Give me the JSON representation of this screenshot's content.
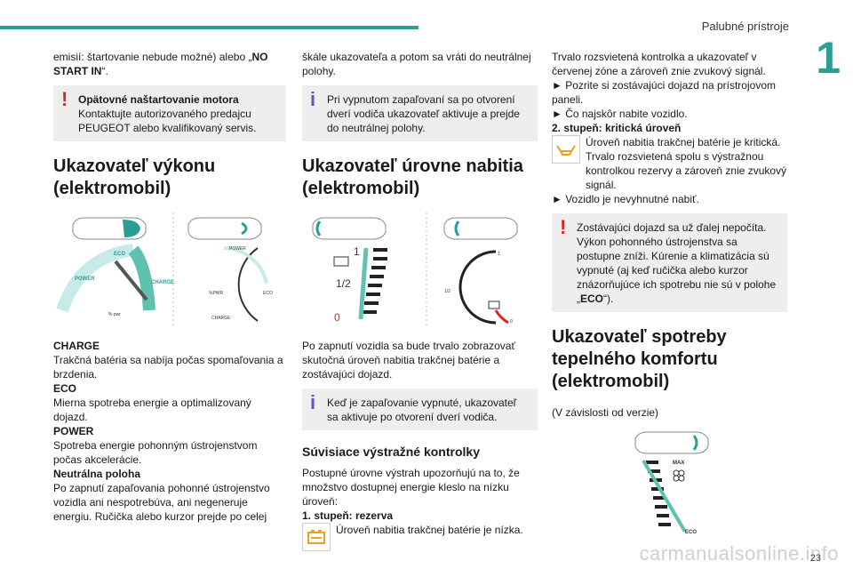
{
  "header": {
    "title": "Palubné prístroje",
    "chapter": "1",
    "page": "23",
    "watermark": "carmanualsonline.info"
  },
  "col1": {
    "intro_prefix": "emisií: štartovanie nebude možné) alebo „",
    "intro_bold": "NO START IN",
    "intro_suffix": "“.",
    "warn_title": "Opätovné naštartovanie motora",
    "warn_text": "Kontaktujte autorizovaného predajcu PEUGEOT alebo kvalifikovaný servis.",
    "heading": "Ukazovateľ výkonu (elektromobil)",
    "gauge_labels": {
      "power": "POWER",
      "eco": "ECO",
      "charge": "CHARGE",
      "pct_pwr": "%PWR",
      "pct": "% pwr"
    },
    "charge_title": "CHARGE",
    "charge_text": "Trakčná batéria sa nabíja počas spomaľovania a brzdenia.",
    "eco_title": "ECO",
    "eco_text": "Mierna spotreba energie a optimalizovaný dojazd.",
    "power_title": "POWER",
    "power_text": "Spotreba energie pohonným ústrojenstvom počas akcelerácie.",
    "neutral_title": "Neutrálna poloha",
    "neutral_text": "Po zapnutí zapaľovania pohonné ústrojenstvo vozidla ani nespotrebúva, ani negeneruje energiu. Ručička alebo kurzor prejde po celej"
  },
  "col2": {
    "intro": "škále ukazovateľa a potom sa vráti do neutrálnej polohy.",
    "info1": "Pri vypnutom zapaľovaní sa po otvorení dverí vodiča ukazovateľ aktivuje a prejde do neutrálnej polohy.",
    "heading": "Ukazovateľ úrovne nabitia (elektromobil)",
    "gauge_labels": {
      "one": "1",
      "half": "1/2",
      "zero": "0"
    },
    "text1": "Po zapnutí vozidla sa bude trvalo zobrazovať skutočná úroveň nabitia trakčnej batérie a zostávajúci dojazd.",
    "info2": "Keď je zapaľovanie vypnuté, ukazovateľ sa aktivuje po otvorení dverí vodiča.",
    "subheading": "Súvisiace výstražné kontrolky",
    "text2": "Postupné úrovne výstrah upozorňujú na to, že množstvo dostupnej energie kleslo na nízku úroveň:",
    "level1": "1. stupeň: rezerva",
    "level1_text": "Úroveň nabitia trakčnej batérie je nízka."
  },
  "col3": {
    "text1": "Trvalo rozsvietená kontrolka a ukazovateľ v červenej zóne a zároveň znie zvukový signál.",
    "bullet1": "► Pozrite si zostávajúci dojazd na prístrojovom paneli.",
    "bullet2": "► Čo najskôr nabite vozidlo.",
    "level2": "2. stupeň: kritická úroveň",
    "level2_text": "Úroveň nabitia trakčnej batérie je kritická. Trvalo rozsvietená spolu s výstražnou kontrolkou rezervy a zároveň znie zvukový signál.",
    "bullet3": "► Vozidlo je nevyhnutné nabiť.",
    "warn_text": "Zostávajúci dojazd sa už ďalej nepočíta. Výkon pohonného ústrojenstva sa postupne zníži. Kúrenie a klimatizácia sú vypnuté (aj keď ručička alebo kurzor znázorňujúce ich spotrebu nie sú v polohe „",
    "warn_bold": "ECO",
    "warn_suffix": "“).",
    "heading": "Ukazovateľ spotreby tepelného komfortu (elektromobil)",
    "subtext": "(V závislosti od verzie)",
    "gauge_labels": {
      "max": "MAX",
      "eco": "ECO"
    }
  },
  "colors": {
    "accent": "#2a9d97",
    "warning": "#e02424",
    "info": "#6b4fc7",
    "note_bg": "#eeeeee"
  },
  "icons": [
    "warning-exclamation-icon",
    "info-icon",
    "battery-reserve-icon",
    "battery-critical-icon",
    "fan-icon"
  ]
}
